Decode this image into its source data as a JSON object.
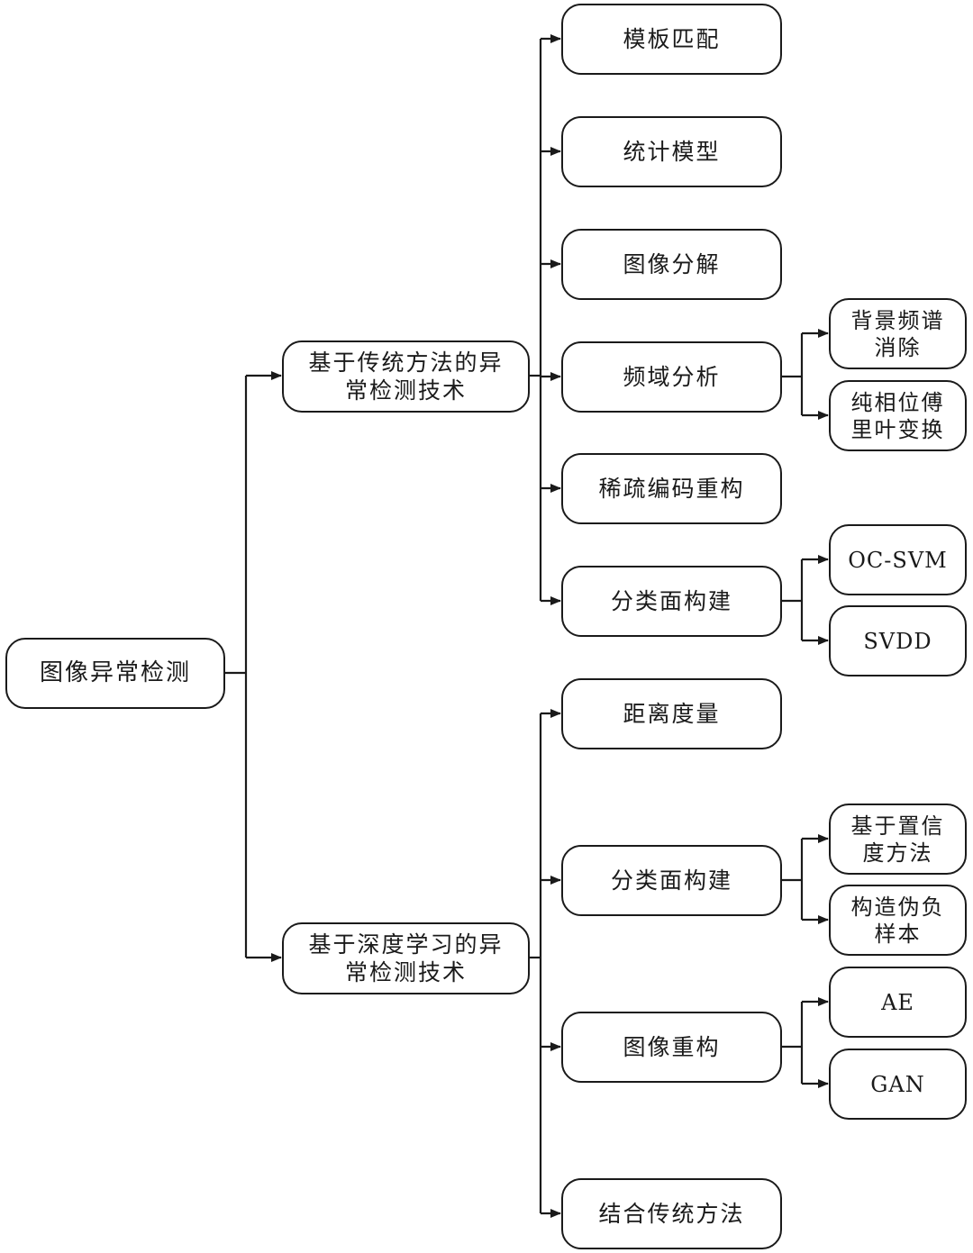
{
  "diagram": {
    "root": "图像异常检测",
    "branch_traditional": {
      "label": "基于传统方法的异\n常检测技术",
      "children": {
        "template_matching": "模板匹配",
        "statistical_model": "统计模型",
        "image_decomposition": "图像分解",
        "frequency_analysis": {
          "label": "频域分析",
          "children": {
            "background_spectrum": "背景频谱\n消除",
            "phase_fourier": "纯相位傅\n里叶变换"
          }
        },
        "sparse_coding": "稀疏编码重构",
        "classification_surface": {
          "label": "分类面构建",
          "children": {
            "oc_svm": "OC-SVM",
            "svdd": "SVDD"
          }
        }
      }
    },
    "branch_deep": {
      "label": "基于深度学习的异\n常检测技术",
      "children": {
        "distance_metric": "距离度量",
        "classification_surface": {
          "label": "分类面构建",
          "children": {
            "confidence": "基于置信\n度方法",
            "pseudo_negative": "构造伪负\n样本"
          }
        },
        "image_reconstruction": {
          "label": "图像重构",
          "children": {
            "ae": "AE",
            "gan": "GAN"
          }
        },
        "combined_traditional": "结合传统方法"
      }
    }
  }
}
